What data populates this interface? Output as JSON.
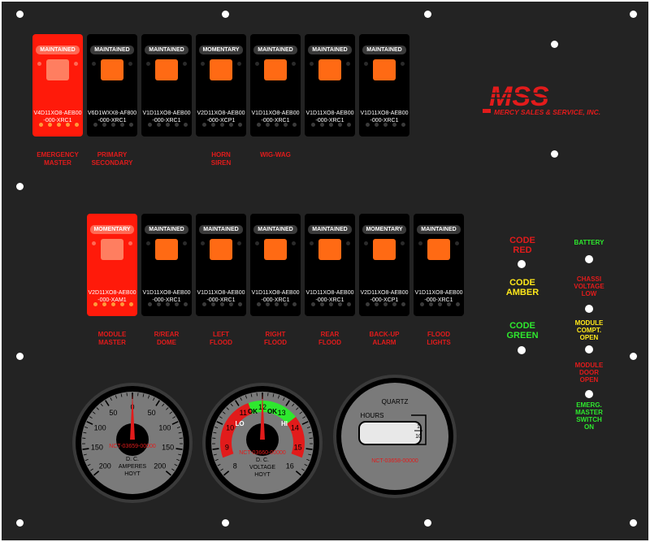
{
  "switches": [
    {
      "id": "emergency-master",
      "header": "MAINTAINED",
      "part_line1": "V4D11XO8-AEB00",
      "part_line2": "-000-XRC1",
      "label_line1": "EMERGENCY",
      "label_line2": "MASTER",
      "style": "red"
    },
    {
      "id": "primary-secondary",
      "header": "MAINTAINED",
      "part_line1": "V6D1WXX8-AF800",
      "part_line2": "-000-XRC1",
      "label_line1": "PRIMARY",
      "label_line2": "SECONDARY",
      "style": "dark"
    },
    {
      "id": "blank-1",
      "header": "MAINTAINED",
      "part_line1": "V1D11XO8-AEB00",
      "part_line2": "-000-XRC1",
      "label_line1": "",
      "label_line2": "",
      "style": "dark"
    },
    {
      "id": "horn-siren",
      "header": "MOMENTARY",
      "part_line1": "V2D11XO8-AEB00",
      "part_line2": "-000-XCP1",
      "label_line1": "HORN",
      "label_line2": "SIREN",
      "style": "dark"
    },
    {
      "id": "wig-wag",
      "header": "MAINTAINED",
      "part_line1": "V1D11XO8-AEB00",
      "part_line2": "-000-XRC1",
      "label_line1": "WIG-WAG",
      "label_line2": "",
      "style": "dark"
    },
    {
      "id": "blank-2",
      "header": "MAINTAINED",
      "part_line1": "V1D11XO8-AEB00",
      "part_line2": "-000-XRC1",
      "label_line1": "",
      "label_line2": "",
      "style": "dark"
    },
    {
      "id": "blank-3",
      "header": "MAINTAINED",
      "part_line1": "V1D11XO8-AEB00",
      "part_line2": "-000-XRC1",
      "label_line1": "",
      "label_line2": "",
      "style": "dark"
    },
    {
      "id": "module-master",
      "header": "MOMENTARY",
      "part_line1": "V2D11XO8-AEB00",
      "part_line2": "-000-XAM1",
      "label_line1": "MODULE",
      "label_line2": "MASTER",
      "style": "red"
    },
    {
      "id": "rear-dome",
      "header": "MAINTAINED",
      "part_line1": "V1D11XO8-AEB00",
      "part_line2": "-000-XRC1",
      "label_line1": "R/REAR",
      "label_line2": "DOME",
      "style": "dark"
    },
    {
      "id": "left-flood",
      "header": "MAINTAINED",
      "part_line1": "V1D11XO8-AEB00",
      "part_line2": "-000-XRC1",
      "label_line1": "LEFT",
      "label_line2": "FLOOD",
      "style": "dark"
    },
    {
      "id": "right-flood",
      "header": "MAINTAINED",
      "part_line1": "V1D11XO8-AEB00",
      "part_line2": "-000-XRC1",
      "label_line1": "RIGHT",
      "label_line2": "FLOOD",
      "style": "dark"
    },
    {
      "id": "rear-flood",
      "header": "MAINTAINED",
      "part_line1": "V1D11XO8-AEB00",
      "part_line2": "-000-XRC1",
      "label_line1": "REAR",
      "label_line2": "FLOOD",
      "style": "dark"
    },
    {
      "id": "back-up-alarm",
      "header": "MOMENTARY",
      "part_line1": "V2D11XO8-AEB00",
      "part_line2": "-000-XCP1",
      "label_line1": "BACK-UP",
      "label_line2": "ALARM",
      "style": "dark"
    },
    {
      "id": "flood-lights",
      "header": "MAINTAINED",
      "part_line1": "V1D11XO8-AEB00",
      "part_line2": "-000-XRC1",
      "label_line1": "FLOOD",
      "label_line2": "LIGHTS",
      "style": "dark"
    }
  ],
  "indicators": [
    {
      "id": "code-red",
      "line1": "CODE",
      "line2": "RED",
      "line3": "",
      "color": "#e21b1b"
    },
    {
      "id": "code-amber",
      "line1": "CODE",
      "line2": "AMBER",
      "line3": "",
      "color": "#ffe81a"
    },
    {
      "id": "code-green",
      "line1": "CODE",
      "line2": "GREEN",
      "line3": "",
      "color": "#2ee82e"
    },
    {
      "id": "battery",
      "line1": "BATTERY",
      "line2": "",
      "line3": "",
      "color": "#2ee82e"
    },
    {
      "id": "chassi-voltage-low",
      "line1": "CHASSI",
      "line2": "VOLTAGE",
      "line3": "LOW",
      "color": "#e21b1b"
    },
    {
      "id": "module-compt-open",
      "line1": "MODULE",
      "line2": "COMPT.",
      "line3": "OPEN",
      "color": "#ffe81a"
    },
    {
      "id": "module-door-open",
      "line1": "MODULE",
      "line2": "DOOR",
      "line3": "OPEN",
      "color": "#e21b1b"
    },
    {
      "id": "emerg-master-switch-on",
      "line1": "EMERG.",
      "line2": "MASTER",
      "line3": "SWITCH",
      "line4": "ON",
      "color": "#2ee82e"
    }
  ],
  "logo": {
    "letters": "MSS",
    "company": "MERCY SALES & SERVICE, INC.",
    "color": "#e21b1b"
  },
  "ammeter": {
    "ticks": [
      "200",
      "150",
      "100",
      "50",
      "0",
      "50",
      "100",
      "150",
      "200"
    ],
    "part": "NCT-03659-00000",
    "line1": "D. C.",
    "line2": "AMPERES",
    "line3": "HOYT",
    "value": 0
  },
  "voltmeter": {
    "ticks": [
      "8",
      "9",
      "10",
      "11",
      "12",
      "13",
      "14",
      "15",
      "16"
    ],
    "lo": "LO",
    "hi": "HI",
    "ok_left": "OK",
    "ok_right": "OK",
    "part": "NCT-03660-00000",
    "line1": "D. C.",
    "line2": "VOLTAGE",
    "line3": "HOYT",
    "value": 12
  },
  "hourmeter": {
    "brand": "QUARTZ",
    "hours_label": "HOURS",
    "tenth_num": "1",
    "tenth_den": "10",
    "part": "NCT-03658-00000"
  },
  "colors": {
    "panel": "#232323",
    "switch_red": "#ff1a0a",
    "button_orange": "#ff6a14",
    "label_red": "#e21b1b"
  }
}
